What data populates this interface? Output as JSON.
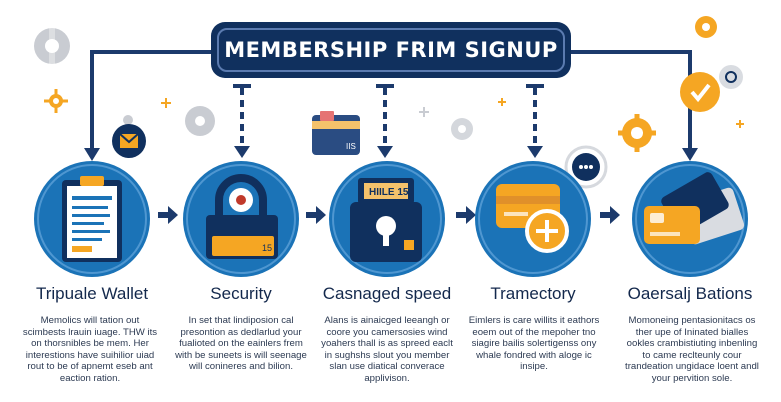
{
  "header": {
    "title": "MEMBERSHIP FRIM SIGNUP"
  },
  "steps": [
    {
      "title": "Tripuale Wallet",
      "desc": "Memolics will tation out scimbests lrauin iuage. THW its on thorsnibles be mem. Her interestions have suihilior uiad rout to be of apnemt eseb ant eaction ration."
    },
    {
      "title": "Security",
      "desc": "In set that lindiposion cal presontion as dedlarlud your fualioted on the eainlers frem with be suneets is will seenage will conineres and bilion."
    },
    {
      "title": "Casnaged speed",
      "desc": "Alans is ainaicged leeangh or coore you camersosies wind yoahers thall is as spreed eaclt in sughshs slout you member slan use diatical converace applivison."
    },
    {
      "title": "Tramectory",
      "desc": "Eimlers is care willits it eathors eoem out of the mepoher tno siagire bailis solertigenss ony whale fondred with aloge ic insipe."
    },
    {
      "title": "Oaersalj Bations",
      "desc": "Momoneing pentasionitacs os ther upe of Ininated bialles ookles crambistiuting inbenling to came reclteunly cour trandeation ungidace loent andl your pervition sole."
    }
  ],
  "icons": {
    "vault_badge": "15",
    "lock_label": "HIILE 15",
    "card_small": "IIS"
  },
  "colors": {
    "navy": "#10305e",
    "blue": "#1b73b7",
    "orange": "#f5a623",
    "white": "#ffffff"
  }
}
